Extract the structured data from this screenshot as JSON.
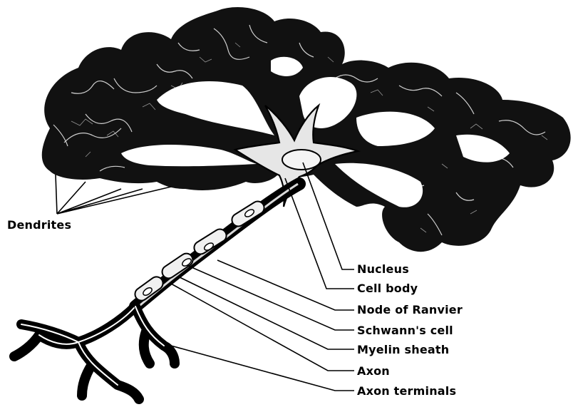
{
  "labels": {
    "dendrites": "Dendrites",
    "nucleus": "Nucleus",
    "cell_body": "Cell body",
    "node_of_ranvier": "Node of Ranvier",
    "schwanns_cell": "Schwann's cell",
    "myelin_sheath": "Myelin sheath",
    "axon": "Axon",
    "axon_terminals": "Axon terminals"
  },
  "colors": {
    "outline": "#000000",
    "dendrite_fill": "#111111",
    "cell_body_fill": "#e6e6e6",
    "myelin_fill": "#f2f2f2",
    "background": "#ffffff"
  }
}
